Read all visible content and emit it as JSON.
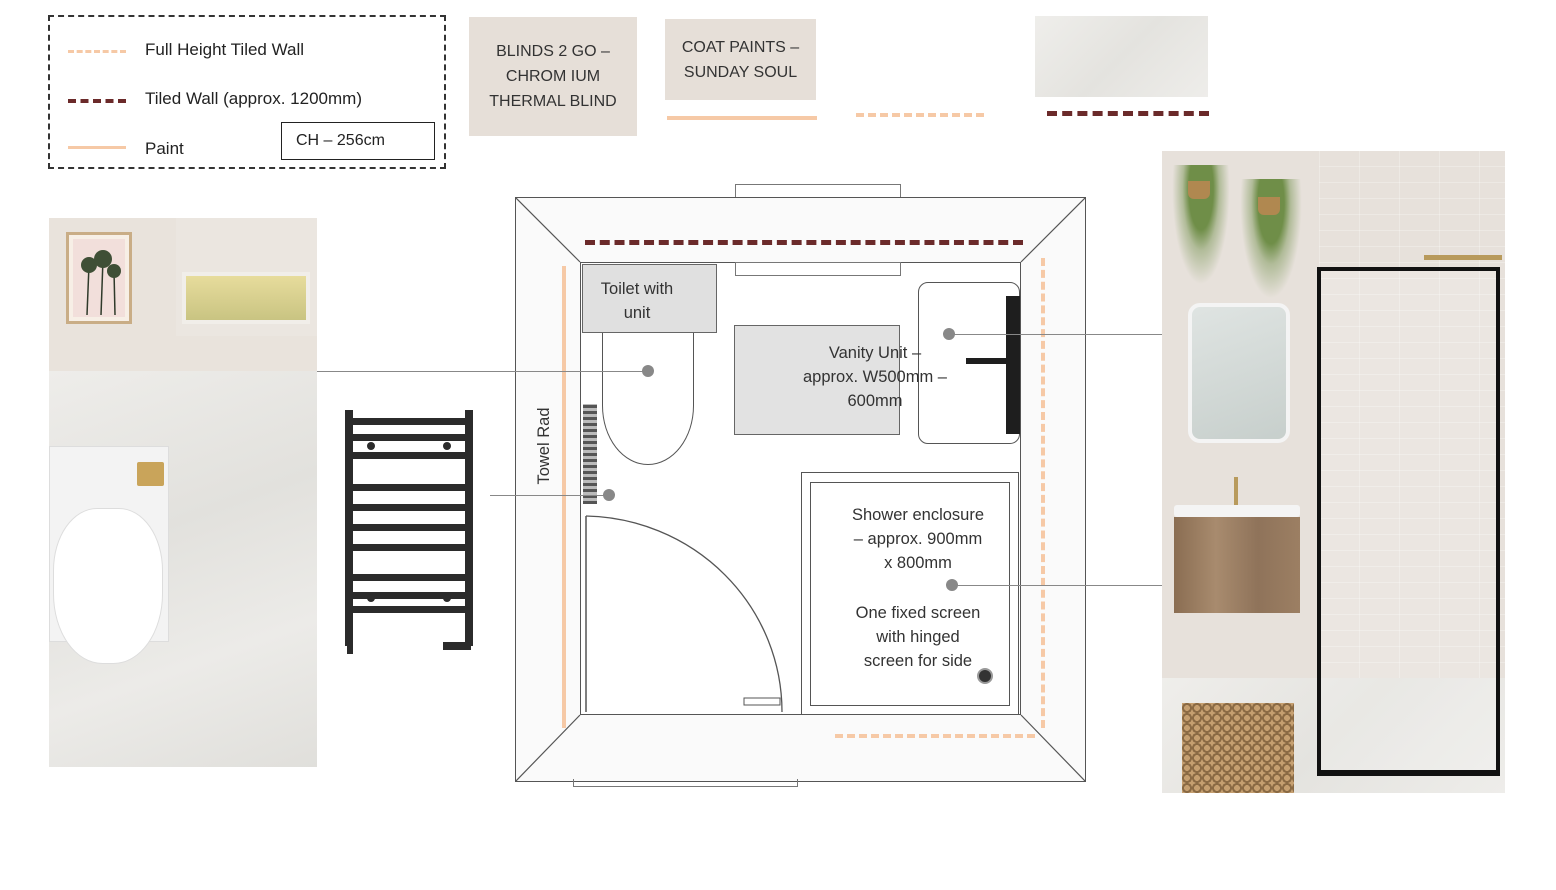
{
  "legend": {
    "full_height_label": "Full Height Tiled Wall",
    "tiled_wall_label": "Tiled Wall (approx. 1200mm)",
    "paint_label": "Paint",
    "ceiling_height": "CH – 256cm"
  },
  "swatches": {
    "blinds_lines": [
      "BLINDS 2 GO –",
      "CHROM IUM",
      "THERMAL BLIND"
    ],
    "paint_lines": [
      "COAT PAINTS –",
      "SUNDAY SOUL"
    ]
  },
  "plan": {
    "toilet_lines": [
      "Toilet with",
      "unit"
    ],
    "vanity_lines": [
      "Vanity Unit –",
      "approx. W500mm –",
      "600mm"
    ],
    "towel_rad": "Towel Rad",
    "shower_lines": [
      "Shower enclosure",
      "– approx. 900mm",
      "x 800mm"
    ],
    "screen_lines": [
      "One fixed screen",
      "with hinged",
      "screen for side"
    ]
  },
  "colors": {
    "full_height_tiled": "#f6c9a6",
    "tiled_wall": "#6b2a2a",
    "paint": "#f6c9a6",
    "paint_swatch": "#e6dfd8",
    "green_tile": "#6e968c"
  }
}
